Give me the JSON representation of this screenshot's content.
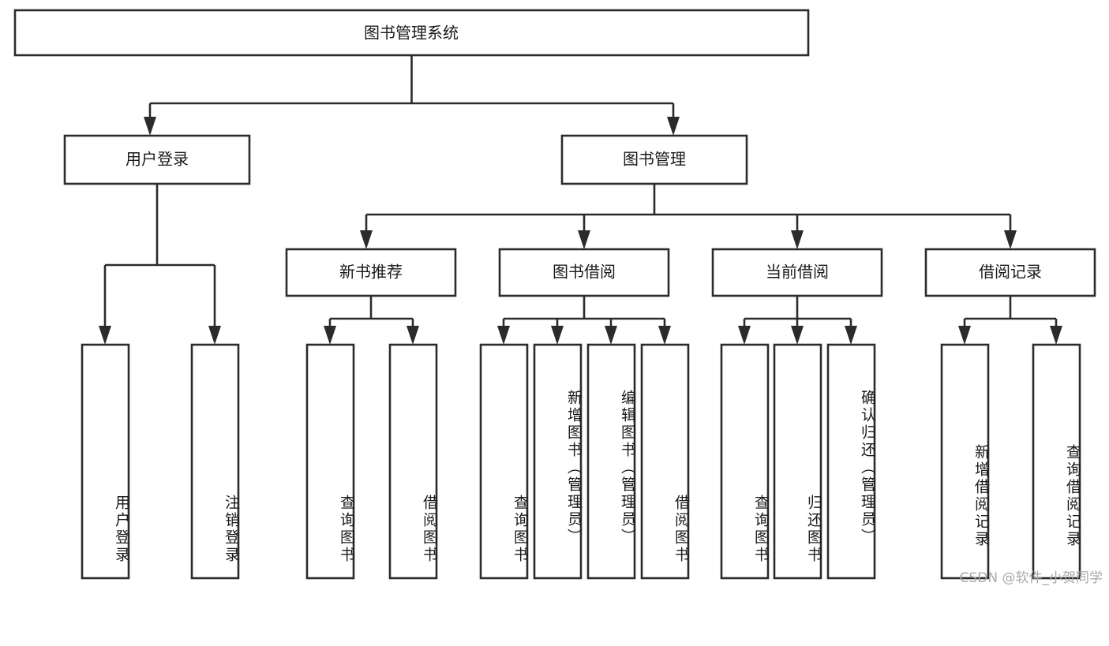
{
  "diagram": {
    "title": "图书管理系统",
    "type": "hierarchy-tree",
    "watermark": "CSDN @软件_小贺同学",
    "colors": {
      "stroke": "#2b2b2b",
      "fill": "#ffffff",
      "text": "#1a1a1a",
      "watermark": "#a8a8a8"
    },
    "root": {
      "label": "图书管理系统"
    },
    "level2": [
      {
        "label": "用户登录"
      },
      {
        "label": "图书管理"
      }
    ],
    "level3": [
      {
        "label": "新书推荐"
      },
      {
        "label": "图书借阅"
      },
      {
        "label": "当前借阅"
      },
      {
        "label": "借阅记录"
      }
    ],
    "leaves": {
      "user_login": [
        {
          "label": "用户登录"
        },
        {
          "label": "注销登录"
        }
      ],
      "new_book_recommend": [
        {
          "label": "查询图书"
        },
        {
          "label": "借阅图书"
        }
      ],
      "book_borrow": [
        {
          "label": "查询图书"
        },
        {
          "label": "新增图书（管理员）"
        },
        {
          "label": "编辑图书（管理员）"
        },
        {
          "label": "借阅图书"
        }
      ],
      "current_borrow": [
        {
          "label": "查询图书"
        },
        {
          "label": "归还图书"
        },
        {
          "label": "确认归还（管理员）"
        }
      ],
      "borrow_record": [
        {
          "label": "新增借阅记录"
        },
        {
          "label": "查询借阅记录"
        }
      ]
    }
  }
}
